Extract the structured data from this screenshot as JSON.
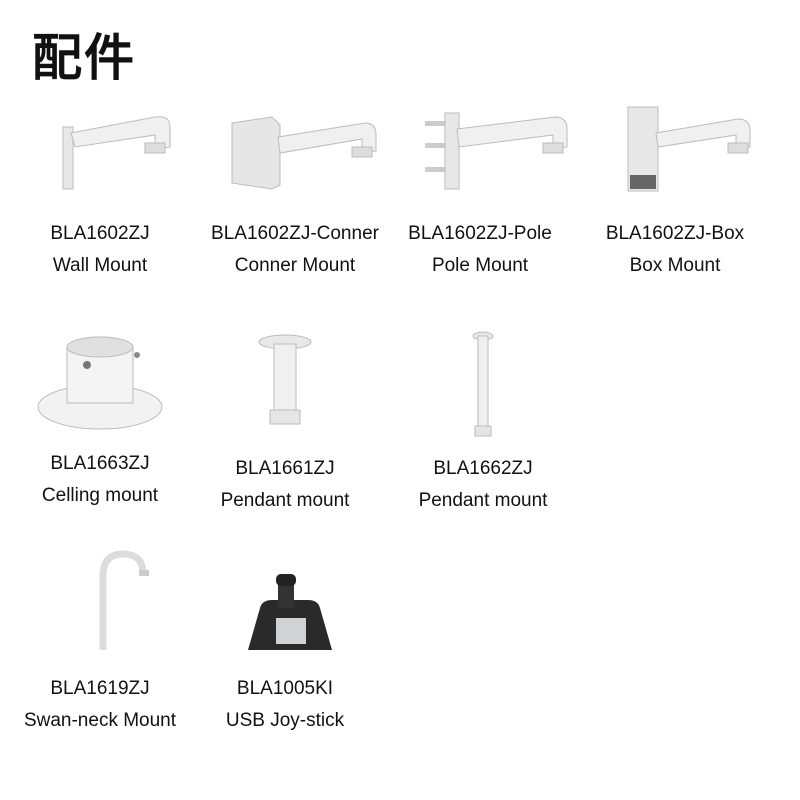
{
  "title": "配件",
  "items": [
    {
      "code": "BLA1602ZJ",
      "name": "Wall Mount",
      "icon": "wall-mount-icon"
    },
    {
      "code": "BLA1602ZJ-Conner",
      "name": "Conner Mount",
      "icon": "corner-mount-icon"
    },
    {
      "code": "BLA1602ZJ-Pole",
      "name": "Pole Mount",
      "icon": "pole-mount-icon"
    },
    {
      "code": "BLA1602ZJ-Box",
      "name": "Box Mount",
      "icon": "box-mount-icon"
    },
    {
      "code": "BLA1663ZJ",
      "name": "Celling mount",
      "icon": "ceiling-mount-icon"
    },
    {
      "code": "BLA1661ZJ",
      "name": "Pendant mount",
      "icon": "pendant-mount-short-icon"
    },
    {
      "code": "BLA1662ZJ",
      "name": "Pendant mount",
      "icon": "pendant-mount-long-icon"
    },
    {
      "code": "BLA1619ZJ",
      "name": "Swan-neck Mount",
      "icon": "swan-neck-mount-icon"
    },
    {
      "code": "BLA1005KI",
      "name": "USB Joy-stick",
      "icon": "usb-joystick-icon"
    }
  ]
}
